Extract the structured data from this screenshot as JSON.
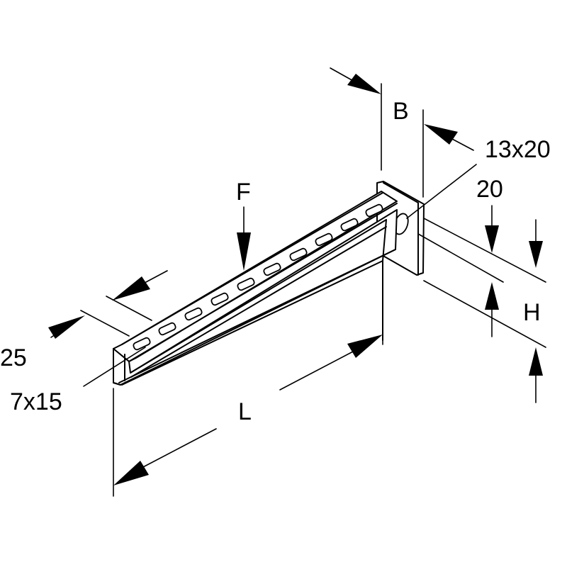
{
  "diagram": {
    "labels": {
      "B": "B",
      "size_13x20": "13x20",
      "size_20": "20",
      "F": "F",
      "H": "H",
      "size_25": "25",
      "size_7x15": "7x15",
      "L": "L"
    },
    "colors": {
      "line": "#000000",
      "background": "#ffffff"
    }
  }
}
